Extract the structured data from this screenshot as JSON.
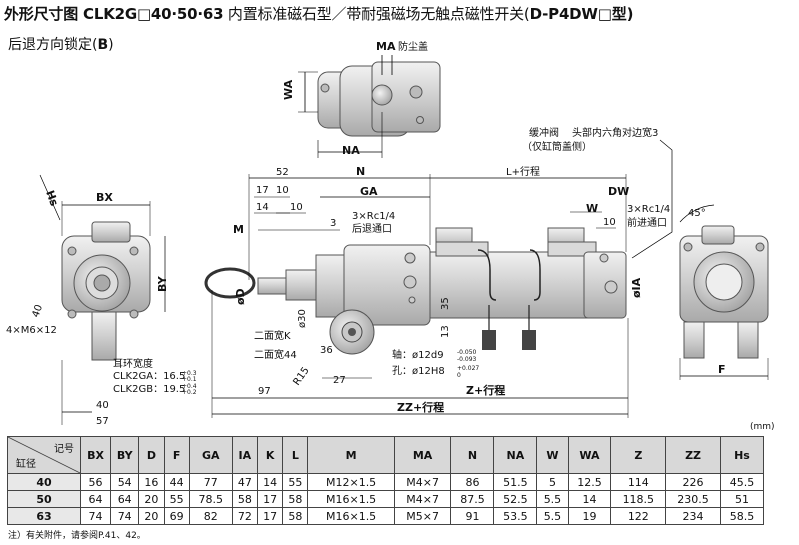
{
  "title_bold": "外形尺寸图 CLK2G□40·50·63",
  "title_normal": " 内置标准磁石型／带耐强磁场无触点磁性开关(",
  "title_bold2": "D-P4DW□型",
  "title_end": ")",
  "subtitle_text": "后退方向锁定(",
  "subtitle_bold": "B",
  "subtitle_end": ")",
  "labels": {
    "ma": "MA",
    "dust_cover": "防尘盖",
    "wa": "WA",
    "na": "NA",
    "cushion_valve": "缓冲阀",
    "hex_head": "头部内六角对边宽3",
    "cover_side_only": "（仅缸筒盖侧）",
    "l_stroke": "L+行程",
    "n": "N",
    "ga": "GA",
    "dim_52": "52",
    "dim_17": "17",
    "dim_10a": "10",
    "dim_14": "14",
    "dim_10b": "10",
    "dim_3": "3",
    "m": "M",
    "rc_back": "3×Rc1/4",
    "rc_back_sub": "后退通口",
    "rc_front": "3×Rc1/4",
    "rc_front_sub": "前进通口",
    "w": "W",
    "dim_10c": "10",
    "angle_45": "45°",
    "phi_d": "øD",
    "phi_30": "ø30",
    "two_face_k": "二面宽K",
    "two_face_44": "二面宽44",
    "r15": "R15",
    "dim_36": "36",
    "dim_13": "13",
    "dim_35": "35",
    "dim_27": "27",
    "phi_ia": "øIA",
    "shaft": "轴：ø12d9",
    "shaft_tol_top": "-0.050",
    "shaft_tol_bot": "-0.093",
    "hole": "孔：ø12H8",
    "hole_tol_top": "+0.027",
    "hole_tol_bot": "0",
    "dim_97": "97",
    "z_stroke": "Z+行程",
    "zz_stroke": "ZZ+行程",
    "bx": "BX",
    "by": "BY",
    "hs": "Hs",
    "dim_40a": "40",
    "m6": "4×M6×12",
    "ear_width": "耳环宽度",
    "ga16": "CLK2GA：16.5",
    "ga16_tol_top": "+0.3",
    "ga16_tol_bot": "+0.1",
    "gb19": "CLK2GB：19.5",
    "gb19_tol_top": "+0.4",
    "gb19_tol_bot": "+0.2",
    "dim_40b": "40",
    "dim_57": "57",
    "f": "F"
  },
  "unit": "(mm)",
  "table": {
    "corner_top": "记号",
    "corner_bottom": "缸径",
    "columns": [
      "BX",
      "BY",
      "D",
      "F",
      "GA",
      "IA",
      "K",
      "L",
      "M",
      "MA",
      "N",
      "NA",
      "W",
      "WA",
      "Z",
      "ZZ",
      "Hs"
    ],
    "rows": [
      {
        "bore": "40",
        "values": [
          "56",
          "54",
          "16",
          "44",
          "77",
          "47",
          "14",
          "55",
          "M12×1.5",
          "M4×7",
          "86",
          "51.5",
          "5",
          "12.5",
          "114",
          "226",
          "45.5"
        ]
      },
      {
        "bore": "50",
        "values": [
          "64",
          "64",
          "20",
          "55",
          "78.5",
          "58",
          "17",
          "58",
          "M16×1.5",
          "M4×7",
          "87.5",
          "52.5",
          "5.5",
          "14",
          "118.5",
          "230.5",
          "51"
        ]
      },
      {
        "bore": "63",
        "values": [
          "74",
          "74",
          "20",
          "69",
          "82",
          "72",
          "17",
          "58",
          "M16×1.5",
          "M5×7",
          "91",
          "53.5",
          "5.5",
          "19",
          "122",
          "234",
          "58.5"
        ]
      }
    ]
  },
  "note": "注）有关附件，请参阅P.41、42。"
}
